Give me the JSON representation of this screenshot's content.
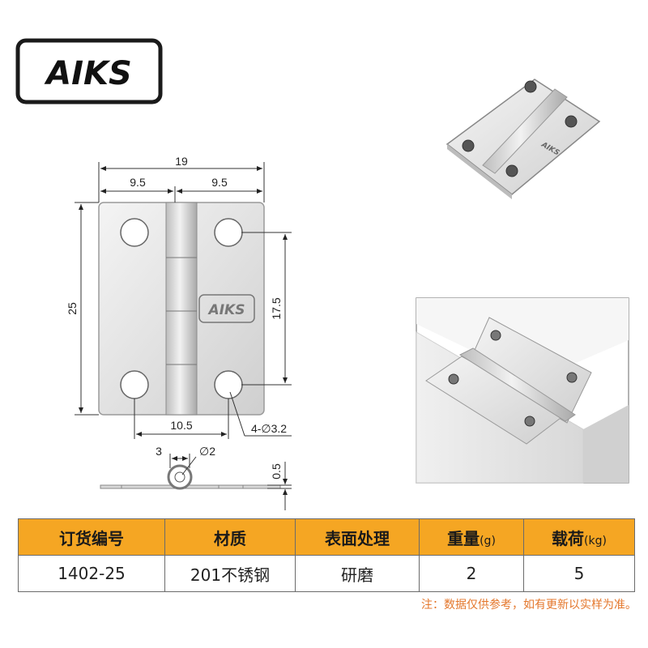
{
  "brand": {
    "logo_text": "AIKS"
  },
  "dimensions": {
    "overall_width": "19",
    "leaf_left": "9.5",
    "leaf_right": "9.5",
    "height": "25",
    "hole_vertical_spacing": "17.5",
    "hole_horizontal_spacing": "10.5",
    "hole_callout": "4-∅3.2",
    "knuckle_offset": "3",
    "pin_diameter": "∅2",
    "thickness": "0.5"
  },
  "engraving": {
    "text": "AIKS"
  },
  "table": {
    "headers": [
      {
        "label": "订货编号",
        "unit": ""
      },
      {
        "label": "材质",
        "unit": ""
      },
      {
        "label": "表面处理",
        "unit": ""
      },
      {
        "label": "重量",
        "unit": "(g)"
      },
      {
        "label": "载荷",
        "unit": "(kg)"
      }
    ],
    "rows": [
      [
        "1402-25",
        "201不锈钢",
        "研磨",
        "2",
        "5"
      ]
    ]
  },
  "note": "注：数据仅供参考，如有更新以实样为准。",
  "colors": {
    "header_bg": "#f5a623",
    "note": "#e4772c",
    "line": "#333333"
  }
}
